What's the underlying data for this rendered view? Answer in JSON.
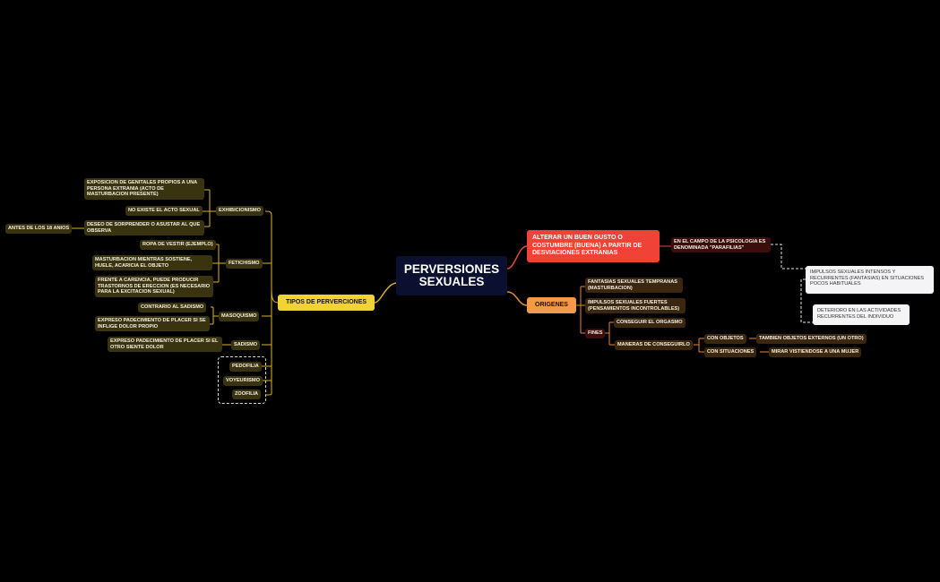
{
  "colors": {
    "background": "#000000",
    "central": "#0b1030",
    "tipos": "#f2d431",
    "alterar": "#f04236",
    "origenes": "#f29a4a",
    "olive_node": "#3a3310",
    "brown_node": "#3b2710",
    "link_yellow": "#d9b32a",
    "link_orange": "#e08a3c",
    "link_red": "#e24a3a"
  },
  "central": "PERVERSIONES SEXUALES",
  "left": {
    "tipos": "TIPOS DE PERVERCIONES",
    "exhibicionismo": {
      "label": "EXHIBICIONISMO",
      "items": [
        "EXPOSICION DE GENITALES PROPIOS A UNA PERSONA EXTRANIA (ACTO DE MASTURBACION PRESENTE)",
        "NO EXISTE EL ACTO SEXUAL",
        "DESEO DE SORPRENDER O ASUSTAR AL QUE OBSERVA"
      ],
      "sub": "ANTES DE LOS 18 ANIOS"
    },
    "fetichismo": {
      "label": "FETICHISMO",
      "items": [
        "ROPA DE VESTIR (EJEMPLO)",
        "MASTURBACION MIENTRAS SOSTIENE, HUELE, ACARICIA EL OBJETO",
        "FRENTE A CARENCIA, PUEDE PRODUCIR TRASTORNOS DE ERECCION (ES NECESARIO PARA LA EXCITACION SEXUAL)"
      ]
    },
    "masoquismo": {
      "label": "MASOQUISMO",
      "items": [
        "CONTRARIO AL SADISMO",
        "EXPRESO PADECIMIENTO DE PLACER SI SE INFLIGE DOLOR PROPIO"
      ]
    },
    "sadismo": {
      "label": "SADISMO",
      "items": [
        "EXPRESO PADECIMIENTO DE PLACER SI EL OTRO SIENTE DOLOR"
      ]
    },
    "others": [
      "PEDOFILIA",
      "VOYEURISMO",
      "ZOOFILIA"
    ]
  },
  "right": {
    "alterar": "ALTERAR UN BUEN GUSTO O COSTUMBRE (BUENA) A PARTIR DE DESVIACIONES EXTRANIAS",
    "parafilias": "EN EL CAMPO DE LA PSICOLOGIA ES DENOMINADA \"PARAFILIAS\"",
    "notes": [
      "IMPULSOS SEXUALES INTENSOS Y RECURRENTES (FANTASIAS) EN SITUACIONES POCOS HABITUALES",
      "DETERIORO EN LAS ACTIVIDADES RECURRENTES DEL INDIVIDUO"
    ],
    "origenes": "ORIGENES",
    "origenes_items": [
      "FANTASIAS SEXUALES TEMPRANAS (MASTURBACION)",
      "IMPULSOS SEXUALES FUERTES (PENSAMIENTOS INCONTROLABLES)"
    ],
    "fines": {
      "label": "FINES",
      "conseguir": "CONSEGUIR EL ORGASMO",
      "maneras": "MANERAS DE CONSEGUIRLO",
      "con_objetos": "CON OBJETOS",
      "objetos_detail": "TAMBIEN OBJETOS EXTERNOS (UN OTRO)",
      "con_situaciones": "CON SITUACIONES",
      "situaciones_detail": "MIRAR VISTIENDOSE A UNA MUJER"
    }
  }
}
